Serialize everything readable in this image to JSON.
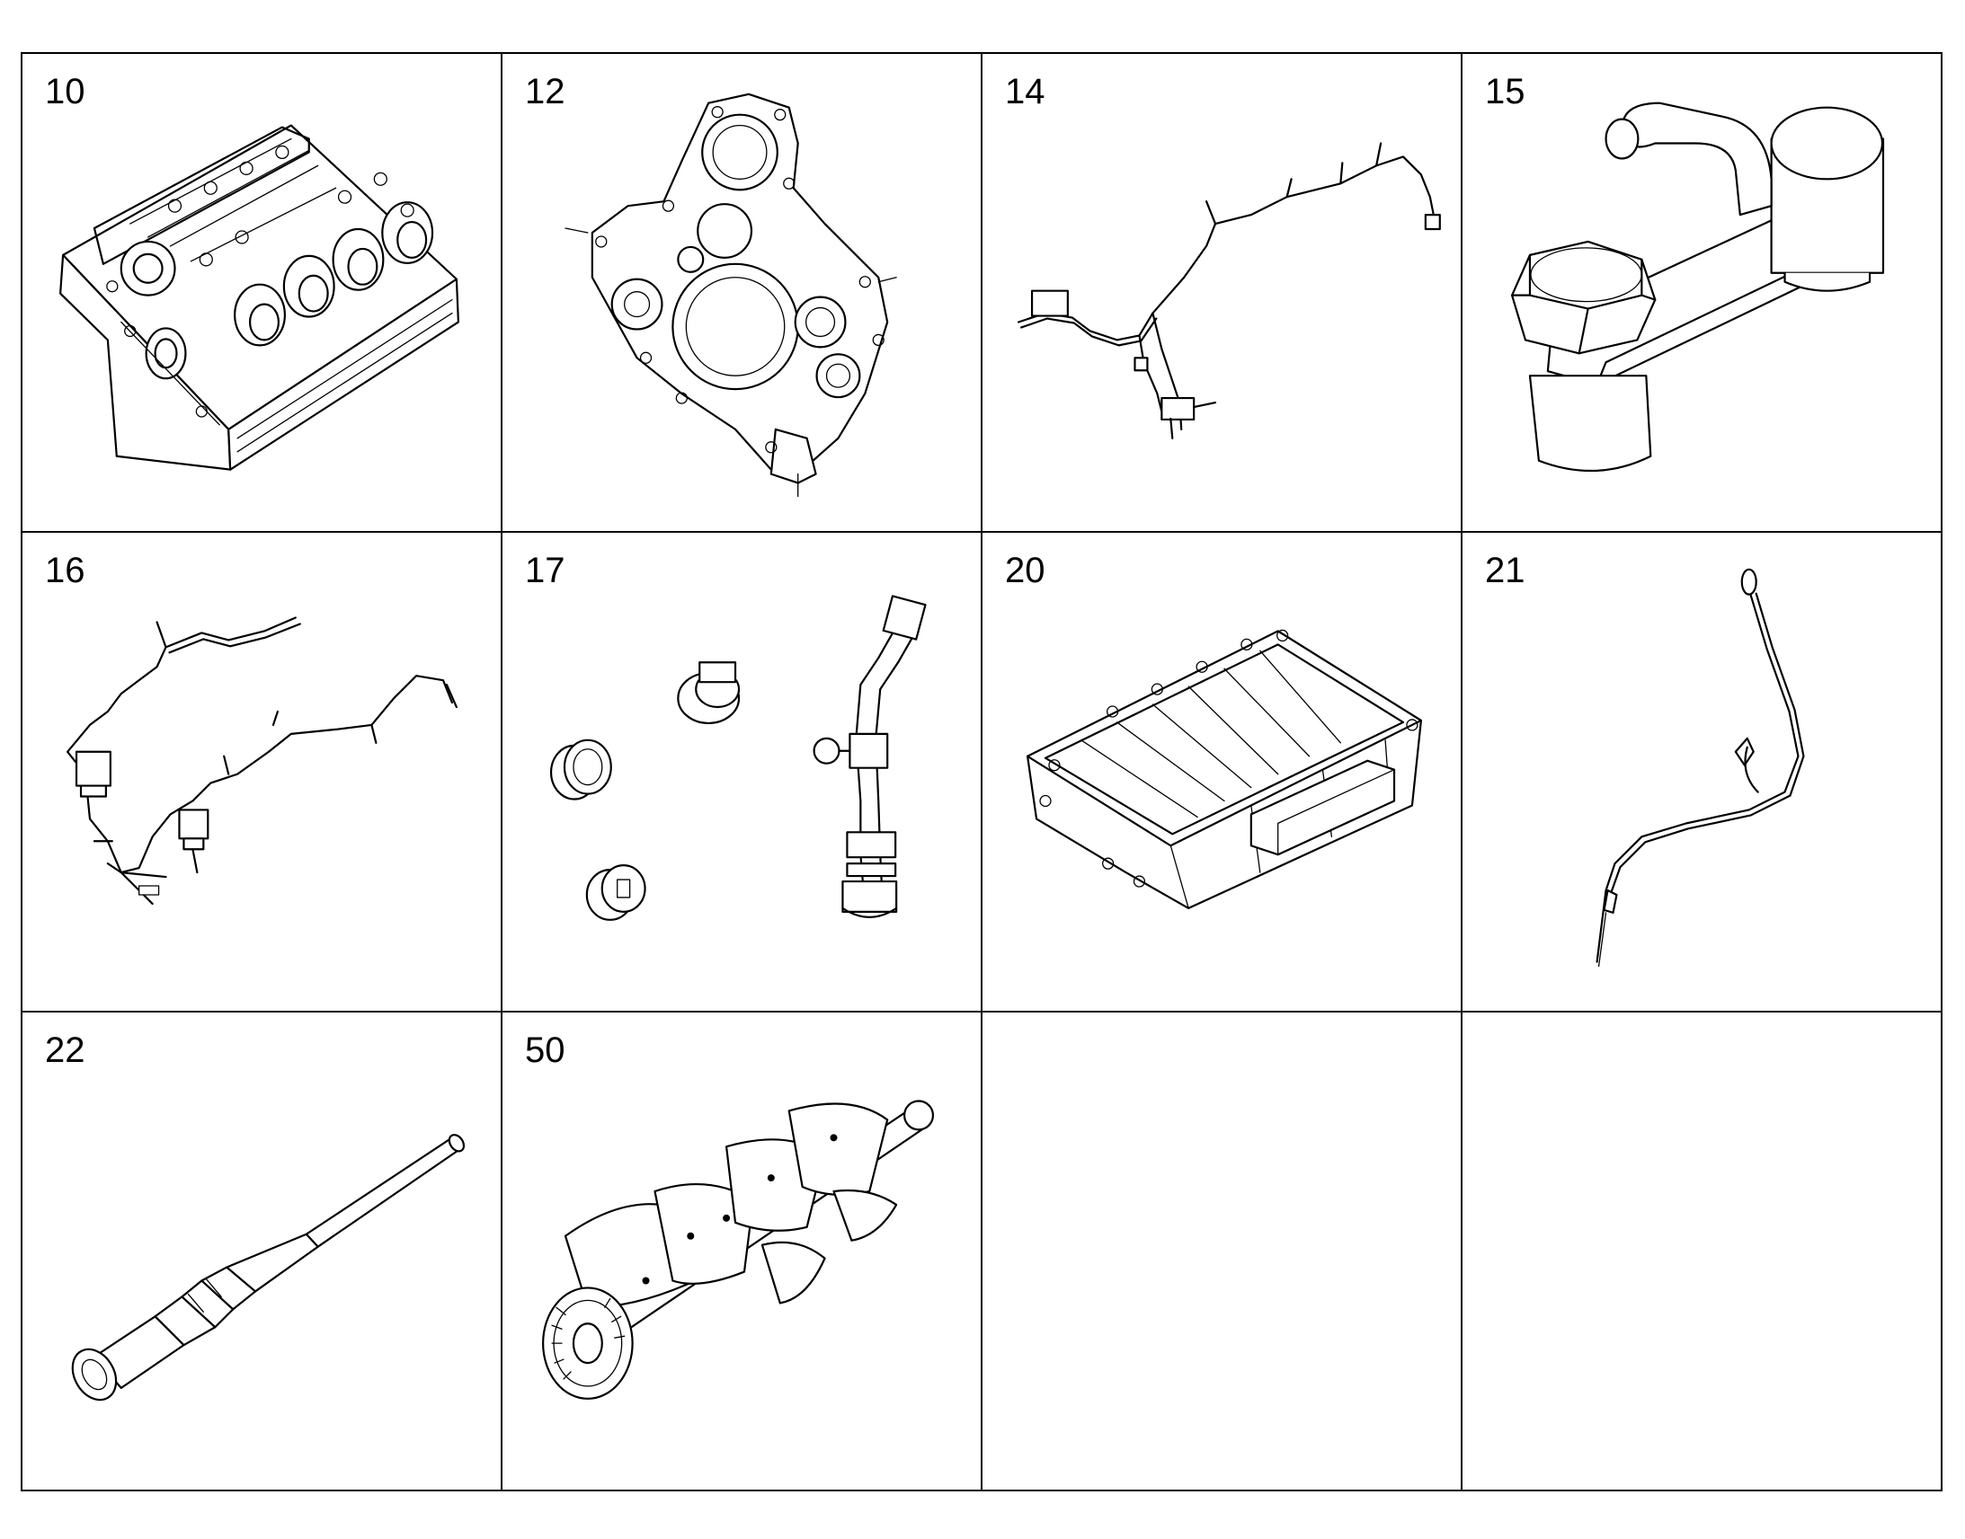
{
  "parts": [
    {
      "number": "10",
      "icon": "engine-block-icon"
    },
    {
      "number": "12",
      "icon": "timing-case-cover-icon"
    },
    {
      "number": "14",
      "icon": "wiring-harness-icon"
    },
    {
      "number": "15",
      "icon": "oil-filter-housing-icon"
    },
    {
      "number": "16",
      "icon": "sensor-harness-icon"
    },
    {
      "number": "17",
      "icon": "plugs-and-pipe-icon"
    },
    {
      "number": "20",
      "icon": "oil-pan-icon"
    },
    {
      "number": "21",
      "icon": "dipstick-icon"
    },
    {
      "number": "22",
      "icon": "heater-plug-icon"
    },
    {
      "number": "50",
      "icon": "crankshaft-icon"
    },
    {
      "number": "",
      "icon": ""
    },
    {
      "number": "",
      "icon": ""
    }
  ]
}
